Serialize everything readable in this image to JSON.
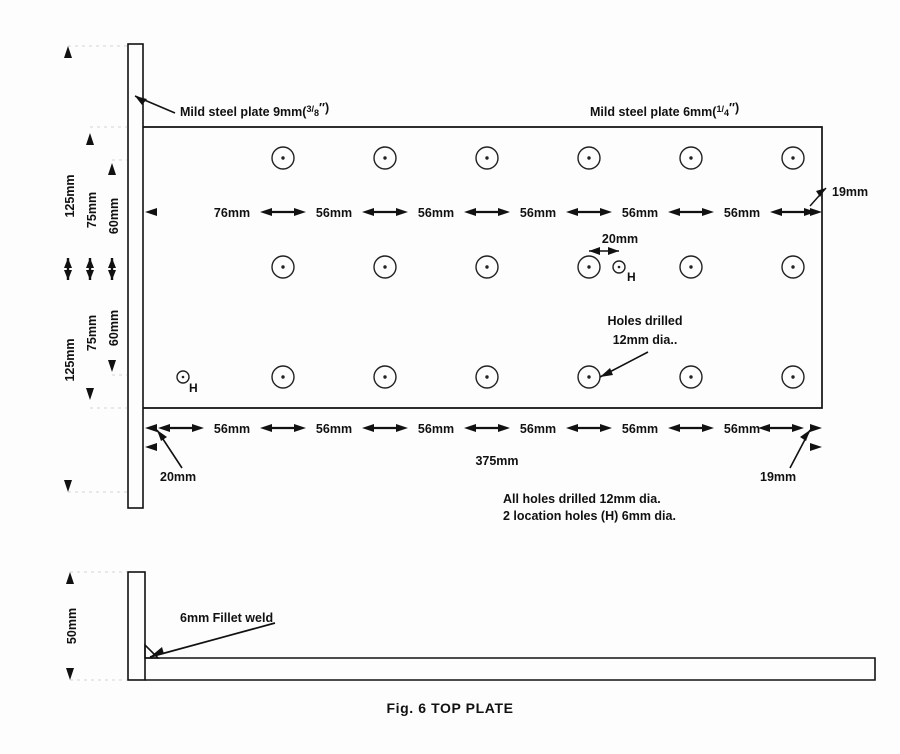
{
  "figure": {
    "caption": "Fig. 6  TOP PLATE",
    "title": "TOP PLATE"
  },
  "labels": {
    "plate_vertical": "Mild steel plate 9mm(",
    "plate_vertical_frac_num": "3",
    "plate_vertical_frac_den": "8",
    "plate_vertical_tail": "″)",
    "plate_horizontal": "Mild steel plate 6mm(",
    "plate_horizontal_frac_num": "1",
    "plate_horizontal_frac_den": "4",
    "plate_horizontal_tail": "″)",
    "holes_drilled_line1": "Holes drilled",
    "holes_drilled_line2": "12mm dia..",
    "note_line1": "All holes drilled  12mm dia.",
    "note_line2": "2 location holes (H) 6mm dia.",
    "fillet_weld": "6mm Fillet weld",
    "location_hole_mark": "H"
  },
  "dimensions": {
    "top_row": [
      "76mm",
      "56mm",
      "56mm",
      "56mm",
      "56mm",
      "56mm"
    ],
    "bottom_row": [
      "56mm",
      "56mm",
      "56mm",
      "56mm",
      "56mm",
      "56mm"
    ],
    "bottom_edge_left": "20mm",
    "bottom_edge_right": "19mm",
    "right_edge": "19mm",
    "overall_length": "375mm",
    "hole_to_location_hole": "20mm",
    "vertical_upper": [
      "125mm",
      "75mm",
      "60mm"
    ],
    "vertical_lower": [
      "125mm",
      "75mm",
      "60mm"
    ],
    "section_height": "50mm"
  },
  "geometry": {
    "hole_rows": 3,
    "holes_per_row": 6,
    "hole_diameter_mm": 12,
    "location_hole_diameter_mm": 6,
    "location_hole_count": 2,
    "plate_length_mm": 375,
    "vertical_plate_thickness_mm": 9,
    "horizontal_plate_thickness_mm": 6,
    "section_web_height_mm": 50,
    "weld_size_mm": 6
  },
  "colors": {
    "ink": "#111111",
    "paper": "#fdfdfd",
    "hairline": "#333333"
  }
}
